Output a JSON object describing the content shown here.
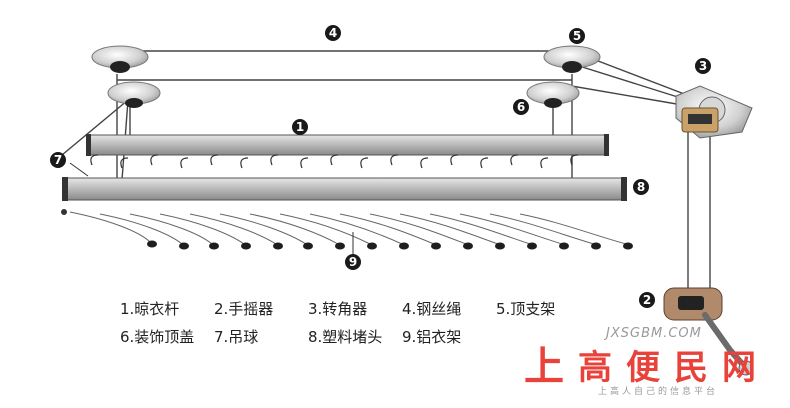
{
  "callouts": [
    "1",
    "2",
    "3",
    "4",
    "5",
    "6",
    "7",
    "8",
    "9"
  ],
  "legend": [
    "1.晾衣杆",
    "2.手摇器",
    "3.转角器",
    "4.钢丝绳",
    "5.顶支架",
    "6.装饰顶盖",
    "7.吊球",
    "8.塑料堵头",
    "9.铝衣架"
  ],
  "watermark": {
    "site": "JXSGBM.COM",
    "chars": [
      "上",
      "高",
      "便",
      "民",
      "网"
    ],
    "slogan": "上高人自己的信息平台"
  },
  "colors": {
    "callout_fill": "#1a1a1a",
    "rod_fill": "#b9b9b9",
    "rod_dark": "#5a5a5a",
    "wire": "#444444",
    "watermark_red": "#e8423a",
    "watermark_gray": "#9a9a9a"
  }
}
